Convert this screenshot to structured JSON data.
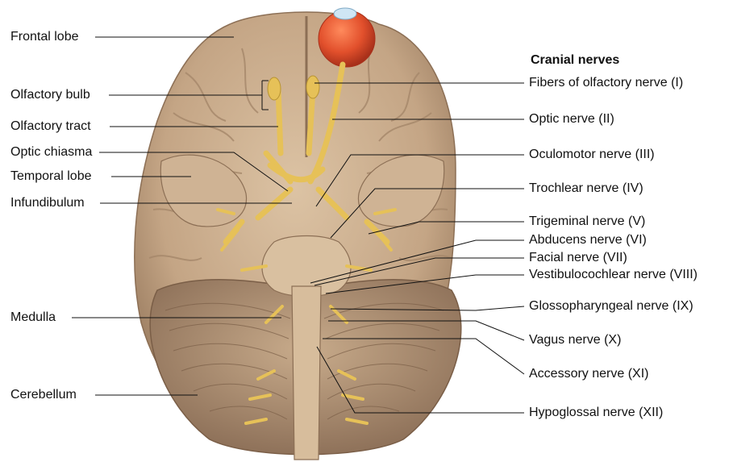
{
  "diagram": {
    "heading": "Cranial nerves",
    "left_labels": {
      "frontal_lobe": "Frontal lobe",
      "olfactory_bulb": "Olfactory bulb",
      "olfactory_tract": "Olfactory tract",
      "optic_chiasma": "Optic chiasma",
      "temporal_lobe": "Temporal lobe",
      "infundibulum": "Infundibulum",
      "medulla": "Medulla",
      "cerebellum": "Cerebellum"
    },
    "right_labels": {
      "n1": "Fibers of olfactory nerve (I)",
      "n2": "Optic nerve (II)",
      "n3": "Oculomotor nerve (III)",
      "n4": "Trochlear nerve (IV)",
      "n5": "Trigeminal nerve (V)",
      "n6": "Abducens nerve (VI)",
      "n7": "Facial nerve (VII)",
      "n8": "Vestibulocochlear nerve (VIII)",
      "n9": "Glossopharyngeal nerve (IX)",
      "n10": "Vagus nerve (X)",
      "n11": "Accessory nerve (XI)",
      "n12": "Hypoglossal nerve (XII)"
    },
    "colors": {
      "brain": "#c9ad8e",
      "brain_shadow": "#9c7f63",
      "nerve": "#e8c35a",
      "eye": "#e2502c",
      "leader": "#111111"
    }
  }
}
